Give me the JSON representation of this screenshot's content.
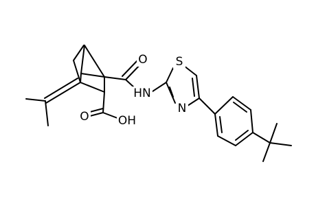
{
  "figure": {
    "type": "chemical-structure",
    "atom_labels": {
      "oxygen_amide": "O",
      "amide_nh": "HN",
      "sulfur": "S",
      "nitrogen_thiazole": "N",
      "acid_oxygen": "O",
      "acid_hydroxyl": "OH"
    },
    "colors": {
      "bond": "#000000",
      "text": "#000000",
      "background": "#ffffff"
    }
  }
}
